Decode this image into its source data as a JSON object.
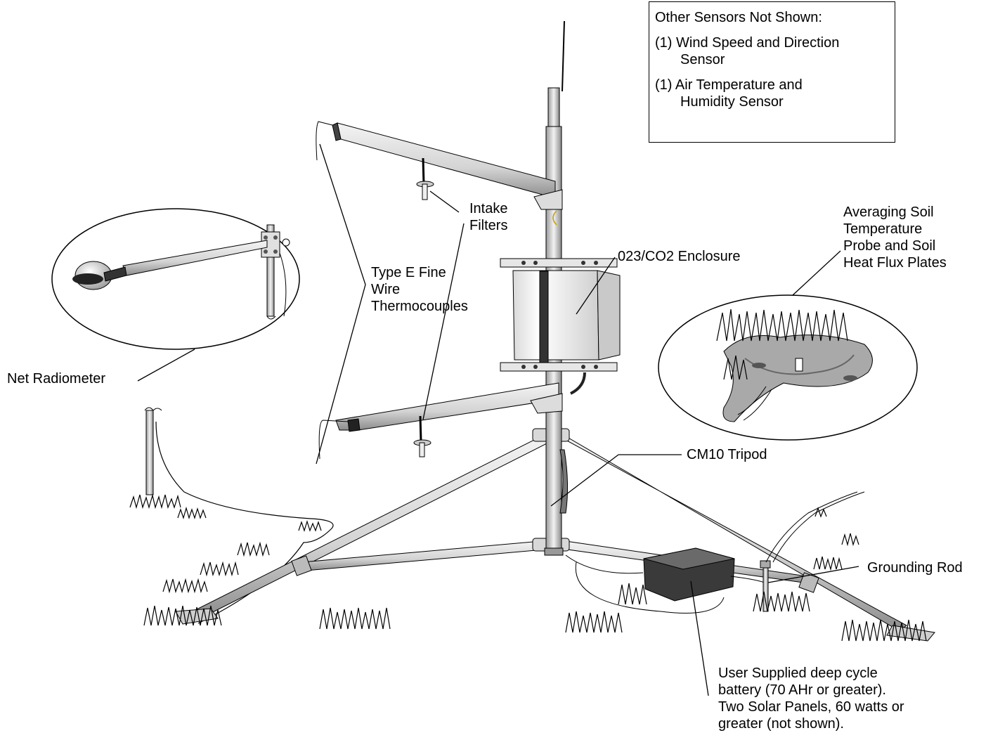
{
  "legend": {
    "title": "Other Sensors Not Shown:",
    "items": [
      {
        "num": "(1)",
        "lines": [
          "Wind Speed and Direction",
          "Sensor"
        ]
      },
      {
        "num": "(1)",
        "lines": [
          "Air Temperature and",
          "Humidity Sensor"
        ]
      }
    ]
  },
  "labels": {
    "intake": [
      "Intake",
      "Filters"
    ],
    "thermocouples": [
      "Type E Fine",
      "Wire",
      "Thermocouples"
    ],
    "enclosure": [
      "023/CO2 Enclosure"
    ],
    "soil": [
      "Averaging Soil",
      "Temperature",
      "Probe and Soil",
      "Heat Flux Plates"
    ],
    "net_radiometer": [
      "Net Radiometer"
    ],
    "tripod": [
      "CM10 Tripod"
    ],
    "grounding": [
      "Grounding Rod"
    ],
    "battery": [
      "User Supplied deep cycle",
      "battery (70 AHr or greater).",
      "Two Solar Panels, 60 watts or",
      "greater (not shown)."
    ]
  },
  "colors": {
    "metal_light": "#e6e6e6",
    "metal_mid": "#b8b8b8",
    "metal_dark": "#6e6e6e",
    "battery": "#3a3a3a",
    "soil_gray": "#9a9a9a",
    "line": "#000000"
  }
}
